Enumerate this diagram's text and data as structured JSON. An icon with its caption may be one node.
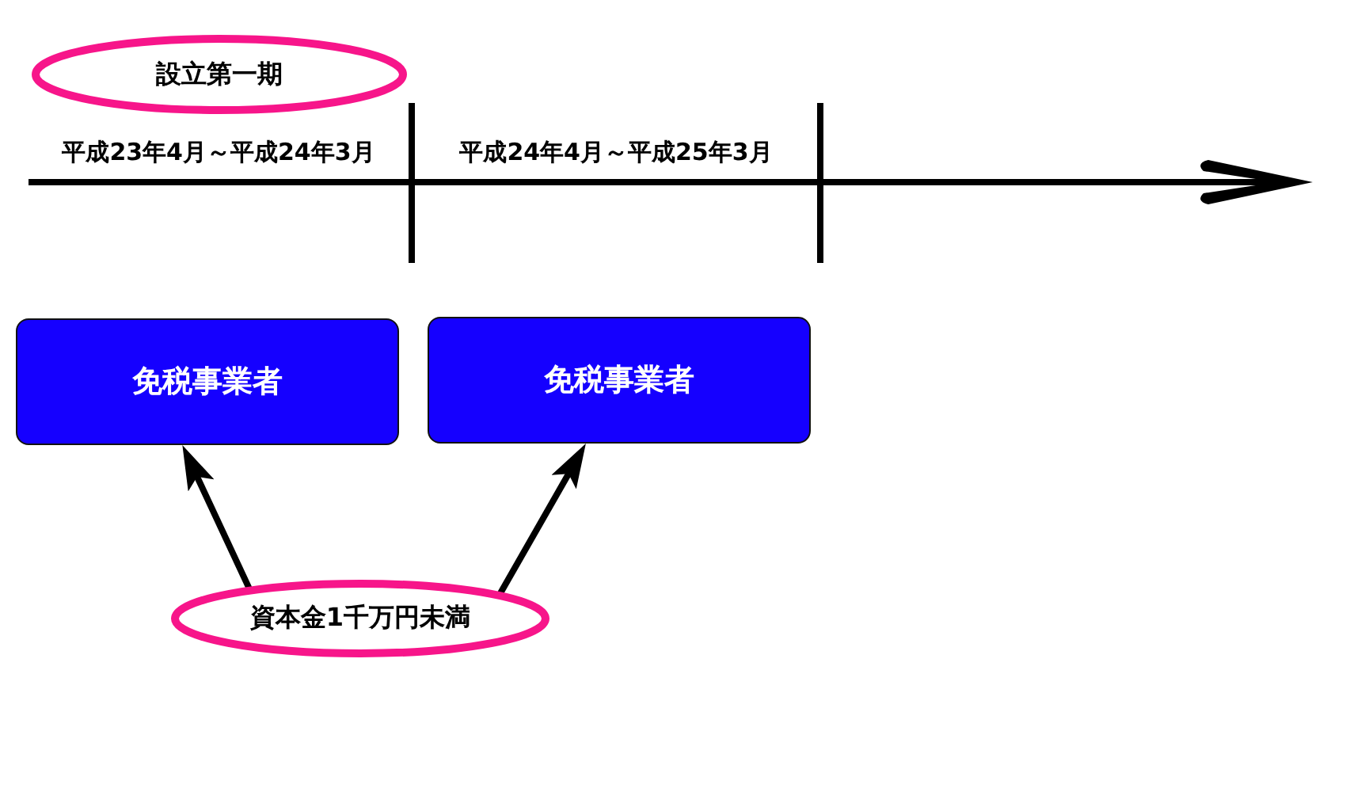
{
  "diagram": {
    "nodes": [
      {
        "text": [
          "設立第一期"
        ]
      },
      {
        "text": [
          "免税事業者"
        ]
      },
      {
        "text": [
          "免税事業者"
        ]
      },
      {
        "text": [
          "資本金1千万円未満"
        ]
      }
    ],
    "edges": [
      {
        "from": 3,
        "to": 1,
        "arrow": "to"
      },
      {
        "from": 3,
        "to": 2,
        "arrow": "to"
      }
    ],
    "labels": [
      "平成23年4月～平成24年3月",
      "平成24年4月～平成25年3月"
    ]
  }
}
